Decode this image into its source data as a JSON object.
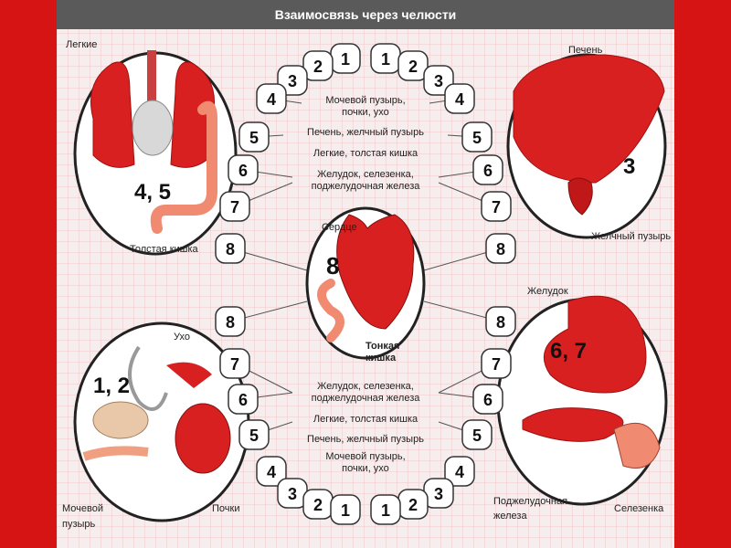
{
  "title": "Взаимосвязь через челюсти",
  "colors": {
    "frame": "#d61414",
    "organ": "#d92020",
    "organ_dark": "#a01010",
    "bg": "#f6eeee",
    "grid": "#f0c8c8",
    "intestine": "#f08a70"
  },
  "teeth_upper": [
    "1",
    "2",
    "3",
    "4",
    "5",
    "6",
    "7",
    "8"
  ],
  "teeth_lower": [
    "8",
    "7",
    "6",
    "5",
    "4",
    "3",
    "2",
    "1"
  ],
  "center_labels_top": {
    "l12": "Мочевой пузырь,",
    "l12b": "почки, ухо",
    "l3": "Печень, желчный пузырь",
    "l45": "Легкие, толстая кишка",
    "l67": "Желудок, селезенка,",
    "l67b": "поджелудочная железа"
  },
  "center_labels_bottom": {
    "l67": "Желудок, селезенка,",
    "l67b": "поджелудочная железа",
    "l45": "Легкие, толстая кишка",
    "l3": "Печень, желчный пузырь",
    "l12": "Мочевой пузырь,",
    "l12b": "почки, ухо"
  },
  "organs": {
    "lungs": {
      "title": "Легкие",
      "teeth": "4, 5",
      "sub": "Толстая кишка"
    },
    "liver": {
      "title": "Печень",
      "teeth": "3",
      "sub": "Желчный пузырь"
    },
    "heart": {
      "title": "Сердце",
      "teeth": "8",
      "sub1": "Тонкая",
      "sub2": "кишка"
    },
    "ear_kidney": {
      "title": "Ухо",
      "teeth": "1, 2",
      "sub1": "Мочевой",
      "sub2": "пузырь",
      "sub3": "Почки"
    },
    "stomach": {
      "title": "Желудок",
      "teeth": "6, 7",
      "sub1": "Поджелудочная",
      "sub2": "железа",
      "sub3": "Селезенка"
    }
  }
}
